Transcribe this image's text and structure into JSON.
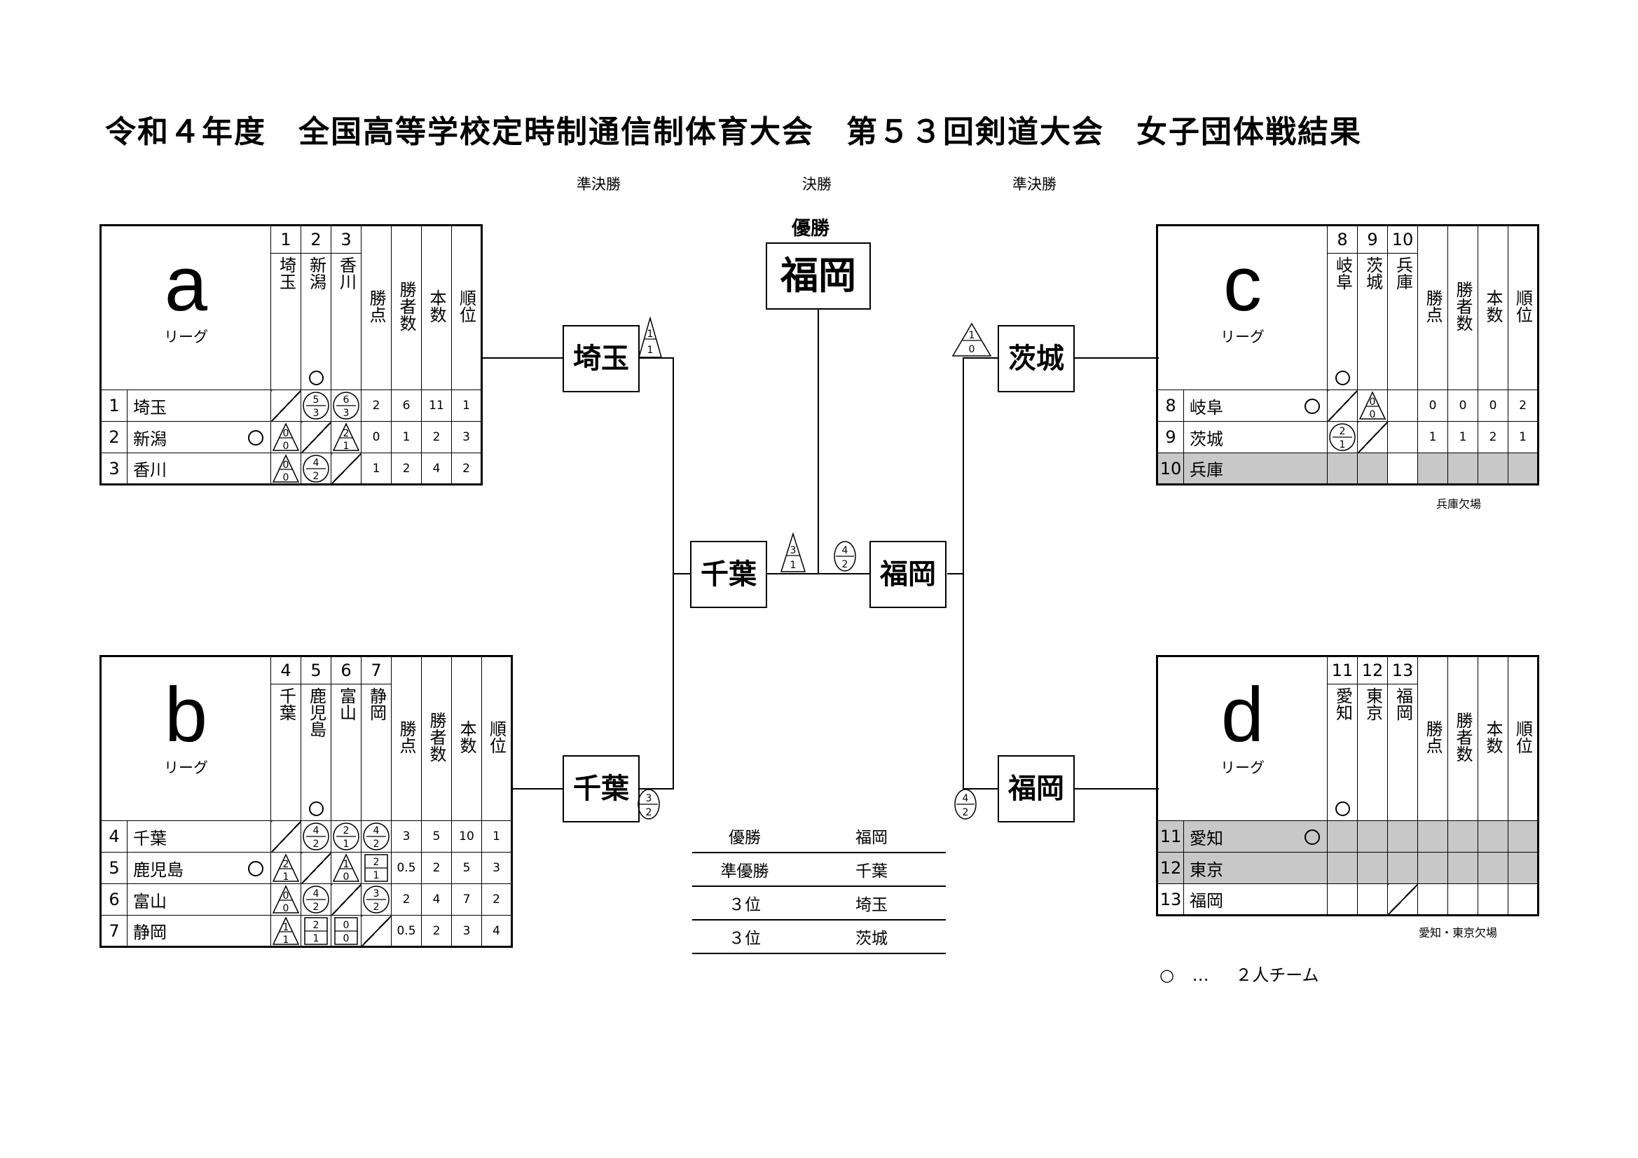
{
  "title": "令和４年度　全国高等学校定時制通信制体育大会　第５３回剣道大会　女子団体戦結果",
  "round_labels": {
    "semi_left": "準決勝",
    "final": "決勝",
    "semi_right": "準決勝"
  },
  "champion_label": "優勝",
  "champion": "福岡",
  "league_word": "リーグ",
  "stat_headers": {
    "win_points": "勝点",
    "winners": "勝者数",
    "points": "本数",
    "rank": "順位"
  },
  "leagues": {
    "a": {
      "letter": "a",
      "teams": [
        {
          "no": "1",
          "name": "埼玉",
          "col_name": "埼玉",
          "two_person": false,
          "stats": [
            "2",
            "6",
            "11",
            "1"
          ]
        },
        {
          "no": "2",
          "name": "新潟",
          "col_name": "新潟",
          "two_person": true,
          "stats": [
            "0",
            "1",
            "2",
            "3"
          ]
        },
        {
          "no": "3",
          "name": "香川",
          "col_name": "香川",
          "two_person": false,
          "stats": [
            "1",
            "2",
            "4",
            "2"
          ]
        }
      ]
    },
    "b": {
      "letter": "b",
      "teams": [
        {
          "no": "4",
          "name": "千葉",
          "col_name": "千葉",
          "two_person": false,
          "stats": [
            "3",
            "5",
            "10",
            "1"
          ]
        },
        {
          "no": "5",
          "name": "鹿児島",
          "col_name": "鹿児島",
          "two_person": true,
          "stats": [
            "0.5",
            "2",
            "5",
            "3"
          ]
        },
        {
          "no": "6",
          "name": "富山",
          "col_name": "富山",
          "two_person": false,
          "stats": [
            "2",
            "4",
            "7",
            "2"
          ]
        },
        {
          "no": "7",
          "name": "静岡",
          "col_name": "静岡",
          "two_person": false,
          "stats": [
            "0.5",
            "2",
            "3",
            "4"
          ]
        }
      ]
    },
    "c": {
      "letter": "c",
      "teams": [
        {
          "no": "8",
          "name": "岐阜",
          "col_name": "岐阜",
          "two_person": true,
          "stats": [
            "0",
            "0",
            "0",
            "2"
          ]
        },
        {
          "no": "9",
          "name": "茨城",
          "col_name": "茨城",
          "two_person": false,
          "stats": [
            "1",
            "1",
            "2",
            "1"
          ]
        },
        {
          "no": "10",
          "name": "兵庫",
          "col_name": "兵庫",
          "two_person": false,
          "stats": [
            "",
            "",
            "",
            ""
          ]
        }
      ],
      "note": "兵庫欠場"
    },
    "d": {
      "letter": "d",
      "teams": [
        {
          "no": "11",
          "name": "愛知",
          "col_name": "愛知",
          "two_person": true,
          "stats": [
            "",
            "",
            "",
            ""
          ]
        },
        {
          "no": "12",
          "name": "東京",
          "col_name": "東京",
          "two_person": false,
          "stats": [
            "",
            "",
            "",
            ""
          ]
        },
        {
          "no": "13",
          "name": "福岡",
          "col_name": "福岡",
          "two_person": false,
          "stats": [
            "",
            "",
            "",
            ""
          ]
        }
      ],
      "note": "愛知・東京欠場"
    }
  },
  "bracket": {
    "semi1_top": "埼玉",
    "semi1_bottom": "千葉",
    "semi2_top": "茨城",
    "semi2_bottom": "福岡",
    "finalist_left": "千葉",
    "finalist_right": "福岡",
    "scores": {
      "saitama": [
        "1",
        "1"
      ],
      "chiba_semi": [
        "3",
        "2"
      ],
      "ibaraki": [
        "1",
        "0"
      ],
      "fukuoka_semi": [
        "4",
        "2"
      ],
      "chiba_final": [
        "3",
        "1"
      ],
      "fukuoka_final": [
        "4",
        "2"
      ]
    }
  },
  "results": [
    {
      "place": "優勝",
      "team": "福岡"
    },
    {
      "place": "準優勝",
      "team": "千葉"
    },
    {
      "place": "３位",
      "team": "埼玉"
    },
    {
      "place": "３位",
      "team": "茨城"
    }
  ],
  "legend": {
    "symbol": "○",
    "dots": "…",
    "text": "２人チーム"
  }
}
